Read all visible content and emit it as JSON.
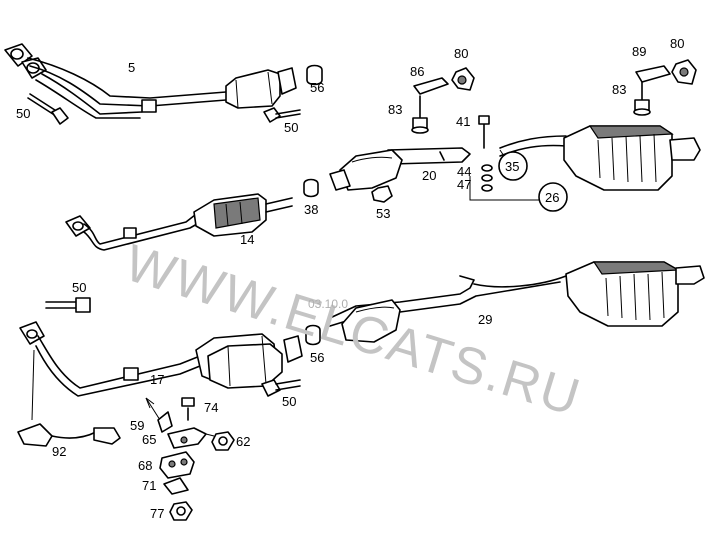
{
  "watermark": {
    "text": "WWW.ELCATS.RU",
    "date": "03.10.0"
  },
  "labels": {
    "l5": "5",
    "l50a": "50",
    "l56a": "56",
    "l50b": "50",
    "l80a": "80",
    "l86": "86",
    "l83a": "83",
    "l41": "41",
    "l89": "89",
    "l80b": "80",
    "l83b": "83",
    "l35": "35",
    "l20": "20",
    "l44": "44",
    "l47": "47",
    "l26": "26",
    "l38": "38",
    "l53": "53",
    "l14": "14",
    "l50c": "50",
    "l29": "29",
    "l56b": "56",
    "l17": "17",
    "l50d": "50",
    "l74": "74",
    "l59": "59",
    "l65": "65",
    "l62": "62",
    "l92": "92",
    "l68": "68",
    "l71": "71",
    "l77": "77"
  },
  "colors": {
    "line": "#000000",
    "shade": "#7a7a7a",
    "watermark": "#c4c4c4",
    "background": "#ffffff"
  }
}
